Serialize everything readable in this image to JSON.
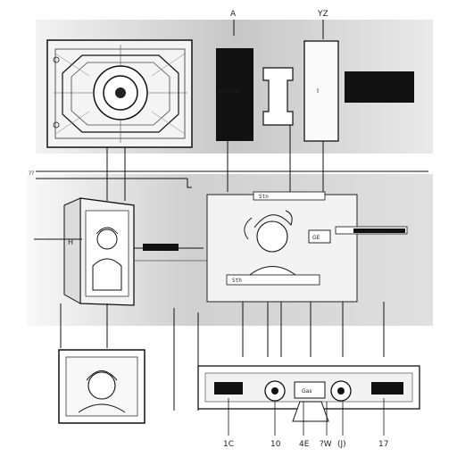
{
  "labels": {
    "top_a": "A",
    "top_b": "YZ",
    "block_left": "RSTOCK",
    "block_right": "I",
    "side_mark": "??",
    "panel_sub": "H",
    "tag_upper": "Stn",
    "tag_lower": "Sth",
    "tag_bar": "GE",
    "control_center": "Gas",
    "bottom_1": "1C",
    "bottom_2": "10",
    "bottom_3": "4E",
    "bottom_4": "?W",
    "bottom_5": "(J)",
    "bottom_6": "17"
  },
  "colors": {
    "ink": "#111111",
    "shade": "#cfcfcf",
    "paper": "#ffffff"
  }
}
